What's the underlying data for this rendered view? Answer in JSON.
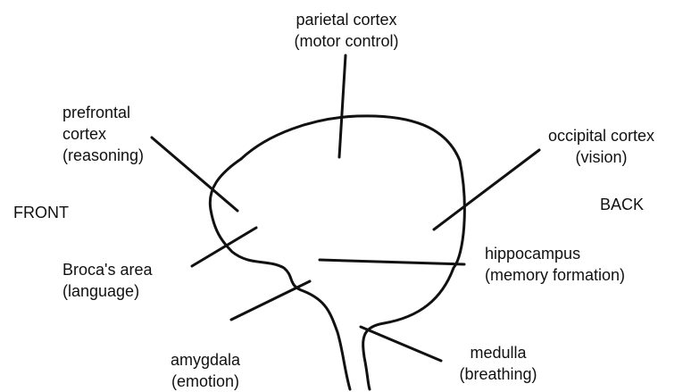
{
  "orientation": {
    "front": "FRONT",
    "back": "BACK"
  },
  "regions": {
    "parietal": {
      "name": "parietal cortex",
      "function": "(motor control)"
    },
    "prefrontal": {
      "name_line1": "prefrontal",
      "name_line2": "cortex",
      "function": "(reasoning)"
    },
    "occipital": {
      "name": "occipital cortex",
      "function": "(vision)"
    },
    "broca": {
      "name": "Broca's area",
      "function": "(language)"
    },
    "hippocampus": {
      "name": "hippocampus",
      "function": "(memory formation)"
    },
    "amygdala": {
      "name": "amygdala",
      "function": "(emotion)"
    },
    "medulla": {
      "name": "medulla",
      "function": "(breathing)"
    }
  },
  "colors": {
    "ink": "#111111",
    "background": "#ffffff"
  }
}
